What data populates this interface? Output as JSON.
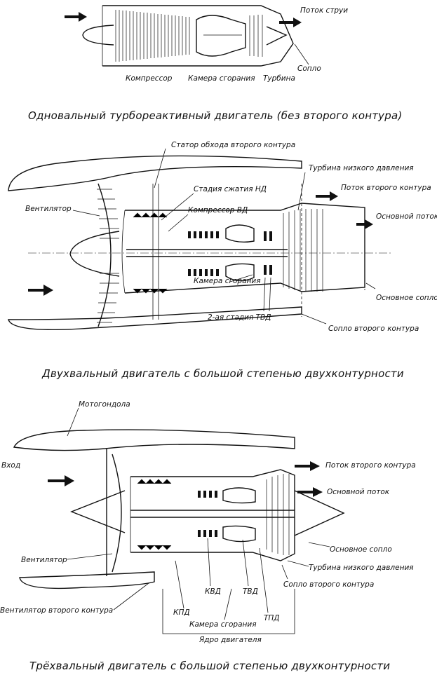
{
  "diagram1": {
    "labels": {
      "jet_flow": "Поток струи",
      "compressor": "Компрессор",
      "combustor": "Камера сгорания",
      "turbine": "Турбина",
      "nozzle": "Сопло"
    },
    "caption": "Одновальный турбореактивный двигатель (без второго контура)"
  },
  "diagram2": {
    "labels": {
      "bypass_stator": "Статор обхода второго контура",
      "lp_turbine": "Турбина низкого давления",
      "lp_compression": "Стадия сжатия НД",
      "bypass_flow": "Поток второго контура",
      "fan": "Вентилятор",
      "hp_compressor": "Компрессор ВД",
      "core_flow": "Основной поток",
      "combustor": "Камера сгорания",
      "core_nozzle": "Основное сопло",
      "hpt_stage2": "2-ая стадия ТВД",
      "bypass_nozzle": "Сопло второго контура"
    },
    "caption": "Двухвальный двигатель с большой степенью двухконтурности"
  },
  "diagram3": {
    "labels": {
      "nacelle": "Мотогондола",
      "inlet": "Вход",
      "bypass_flow": "Поток второго контура",
      "core_flow": "Основной поток",
      "core_nozzle": "Основное сопло",
      "fan": "Вентилятор",
      "lp_turbine": "Турбина низкого давления",
      "bypass_nozzle": "Сопло второго контура",
      "bypass_fan": "Вентилятор второго контура",
      "kvd": "КВД",
      "tvd": "ТВД",
      "kpd": "КПД",
      "combustor": "Камера сгорания",
      "tpd": "ТПД",
      "core": "Ядро двигателя"
    },
    "caption": "Трёхвальный двигатель с большой степенью двухконтурности"
  }
}
